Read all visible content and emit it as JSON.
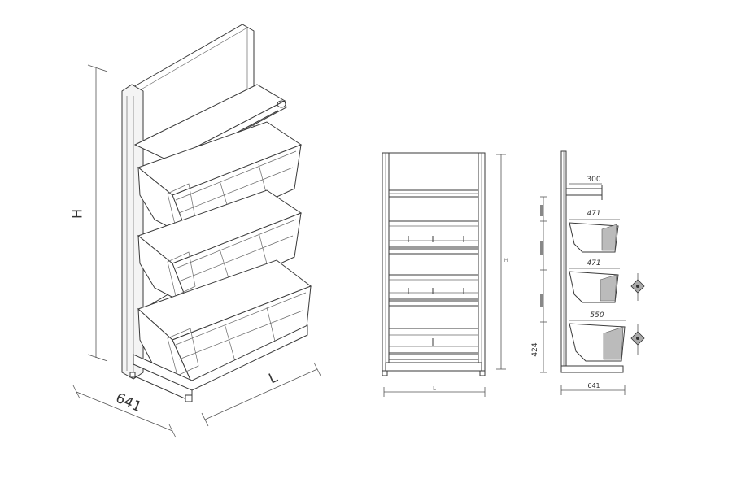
{
  "views": {
    "isometric": {
      "height_label": "H",
      "depth_label": "641",
      "length_label": "L"
    },
    "front": {
      "length_label": "L",
      "height_label": "H"
    },
    "side": {
      "top_shelf_label": "300",
      "basket_labels": [
        "471",
        "471",
        "550"
      ],
      "spacing_labels": [
        "",
        "",
        "",
        "424"
      ],
      "depth_label": "641"
    }
  },
  "colors": {
    "line": "#3a3a3a",
    "light_line": "#6a6a6a",
    "background": "#ffffff"
  }
}
